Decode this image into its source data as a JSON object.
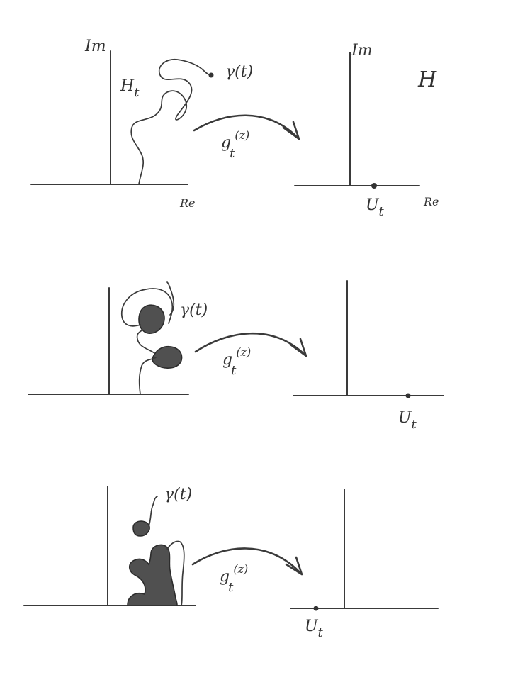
{
  "colors": {
    "paper": "#ffffff",
    "ink": "#3a3a3a",
    "fill": "#505050"
  },
  "panels": [
    {
      "left": {
        "im_label": "Im",
        "re_label": "Re",
        "domain_label": "H",
        "domain_sub": "t",
        "curve_label": "γ(t)"
      },
      "map": {
        "g": "g",
        "sub": "t",
        "arg": "(z)"
      },
      "right": {
        "im_label": "Im",
        "re_label": "Re",
        "half_plane": "H",
        "point_label": "U",
        "point_sub": "t"
      }
    },
    {
      "left": {
        "curve_label": "γ(t)"
      },
      "map": {
        "g": "g",
        "sub": "t",
        "arg": "(z)"
      },
      "right": {
        "point_label": "U",
        "point_sub": "t"
      }
    },
    {
      "left": {
        "curve_label": "γ(t)"
      },
      "map": {
        "g": "g",
        "sub": "t",
        "arg": "(z)"
      },
      "right": {
        "point_label": "U",
        "point_sub": "t"
      }
    }
  ]
}
